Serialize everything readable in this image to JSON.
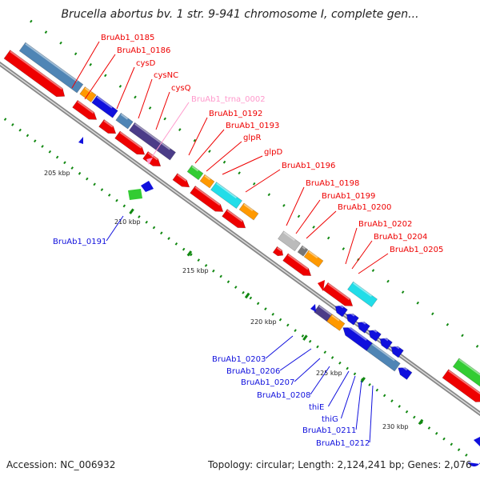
{
  "title": "Brucella abortus bv. 1 str. 9-941 chromosome I, complete gen...",
  "footer": {
    "accession": "Accession: NC_006932",
    "summary": "Topology: circular; Length: 2,124,241 bp; Genes: 2,076"
  },
  "colors": {
    "red": "#ee0000",
    "steelblue": "#4f85b5",
    "orange": "#ff9900",
    "blue": "#1010dd",
    "indigo": "#4b3c88",
    "cyan": "#22dde8",
    "green": "#33cc33",
    "gray": "#bbbbbb",
    "navy": "#1a1a66",
    "pink": "#ff99cc",
    "tick_green": "#118811",
    "backbone": "#888888"
  },
  "ticks": [
    "205 kbp",
    "210 kbp",
    "215 kbp",
    "220 kbp",
    "225 kbp",
    "230 kbp"
  ],
  "labels_red": [
    "BruAb1_0185",
    "BruAb1_0186",
    "cysD",
    "cysNC",
    "cysQ",
    "BruAb1_0192",
    "BruAb1_0193",
    "glpR",
    "glpD",
    "BruAb1_0196",
    "BruAb1_0198",
    "BruAb1_0199",
    "BruAb1_0200",
    "BruAb1_0202",
    "BruAb1_0204",
    "BruAb1_0205"
  ],
  "labels_pink": [
    "BruAb1_trna_0002"
  ],
  "labels_blue": [
    "BruAb1_0191",
    "BruAb1_0203",
    "BruAb1_0206",
    "BruAb1_0207",
    "BruAb1_0208",
    "thiE",
    "thiG",
    "BruAb1_0211",
    "BruAb1_0212"
  ]
}
